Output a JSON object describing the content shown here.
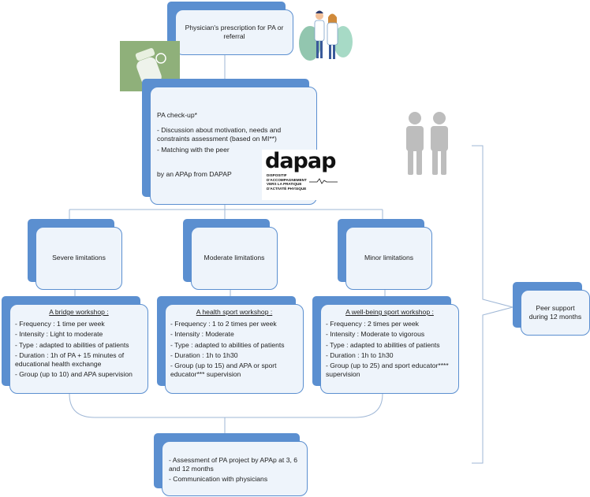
{
  "prescription": {
    "text": "Physician's prescription for PA or referral"
  },
  "checkup": {
    "lines": [
      "PA check-up*",
      "- Discussion about motivation, needs and constraints assessment (based on MI**)",
      "- Matching with the peer",
      "by an APAp from  DAPAP"
    ]
  },
  "logo": {
    "word": "dapap",
    "tagline": [
      "DISPOSITIF",
      "D'ACCOMPAGNEMENT",
      "VERS LA PRATIQUE",
      "D'ACTIVITÉ PHYSIQUE"
    ]
  },
  "limitations": [
    {
      "label": "Severe limitations"
    },
    {
      "label": "Moderate limitations"
    },
    {
      "label": "Minor limitations"
    }
  ],
  "workshops": [
    {
      "title": "A bridge workshop :",
      "items": [
        "- Frequency : 1 time per week",
        "- Intensity : Light to moderate",
        "- Type : adapted to abilities of patients",
        "- Duration : 1h of PA + 15 minutes of educational health exchange",
        "- Group (up to 10) and APA supervision"
      ]
    },
    {
      "title": "A health sport workshop :",
      "items": [
        "- Frequency : 1 to 2 times per week",
        "- Intensity : Moderate",
        "- Type : adapted to abilities of patients",
        "- Duration : 1h to 1h30",
        "- Group (up to 15) and APA or sport educator*** supervision"
      ]
    },
    {
      "title": "A well-being sport workshop :",
      "items": [
        "- Frequency : 2 times per week",
        "- Intensity : Moderate to vigorous",
        "- Type : adapted to abilities of patients",
        "- Duration : 1h to 1h30",
        "- Group (up to 25) and sport educator**** supervision"
      ]
    }
  ],
  "peer": {
    "text": "Peer support during 12 months"
  },
  "assessment": {
    "lines": [
      "- Assessment of PA project by APAp at 3, 6 and 12 months",
      "- Communication with physicians"
    ]
  },
  "icons": {
    "doctors": "doctors-illustration-icon",
    "pill": "pill-bottle-icon",
    "peers": "two-people-icon"
  },
  "colors": {
    "box_border": "#5b8fd0",
    "box_fill": "#eef4fb",
    "connector": "#9fb7d6",
    "pill_bg": "#8fb07a"
  }
}
